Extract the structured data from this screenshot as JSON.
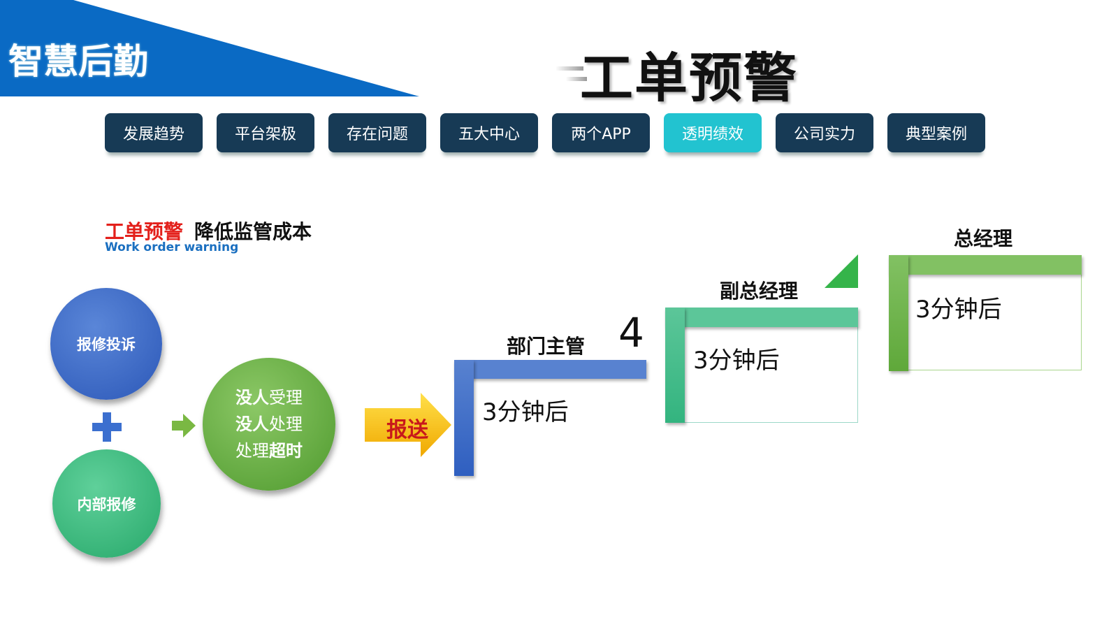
{
  "brand": "智慧后勤",
  "title": "工单预警",
  "nav": [
    {
      "label": "发展趋势"
    },
    {
      "label": "平台架极"
    },
    {
      "label": "存在问题"
    },
    {
      "label": "五大中心"
    },
    {
      "label": "两个APP"
    },
    {
      "label": "透明绩效",
      "active": true
    },
    {
      "label": "公司实力"
    },
    {
      "label": "典型案例"
    }
  ],
  "subtitle": {
    "red": "工单预警",
    "black": "降低监管成本",
    "english": "Work order warning"
  },
  "sources": {
    "a": "报修投诉",
    "b": "内部报修"
  },
  "conditions": {
    "l1a": "没人",
    "l1b": "受理",
    "l2a": "没人",
    "l2b": "处理",
    "l3a": "处理",
    "l3b": "超时"
  },
  "arrow_label": "报送",
  "step_number": "4",
  "steps": [
    {
      "label": "部门主管",
      "time": "3分钟后",
      "color": "#4a78cc"
    },
    {
      "label": "副总经理",
      "time": "3分钟后",
      "color": "#4cc391"
    },
    {
      "label": "总经理",
      "time": "3分钟后",
      "color": "#72b34e"
    }
  ]
}
